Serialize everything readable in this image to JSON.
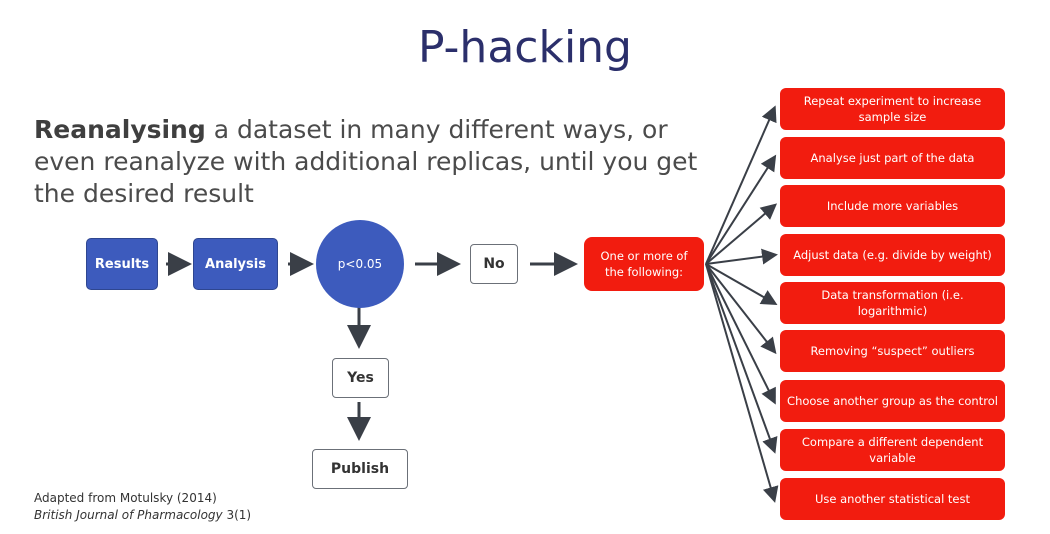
{
  "title": "P-hacking",
  "intro": {
    "bold": "Reanalysing",
    "rest": " a dataset in many different ways, or even reanalyze with additional replicas, until you get the desired result"
  },
  "flow": {
    "results": "Results",
    "analysis": "Analysis",
    "pvalue": "p<0.05",
    "no": "No",
    "yes": "Yes",
    "publish": "Publish",
    "one_or_more": "One or more of the following:"
  },
  "options": [
    "Repeat experiment to increase sample size",
    "Analyse just part of the data",
    "Include more variables",
    "Adjust data (e.g. divide by weight)",
    "Data transformation (i.e. logarithmic)",
    "Removing “suspect” outliers",
    "Choose another group as the control",
    "Compare a different dependent variable",
    "Use another statistical test"
  ],
  "footer": {
    "line1": "Adapted from Motulsky (2014)",
    "journal": "British Journal of Pharmacology",
    "vol": "3(1)"
  },
  "colors": {
    "blue": "#3d5bbd",
    "red": "#f21c0f",
    "title": "#2b2f6b"
  }
}
